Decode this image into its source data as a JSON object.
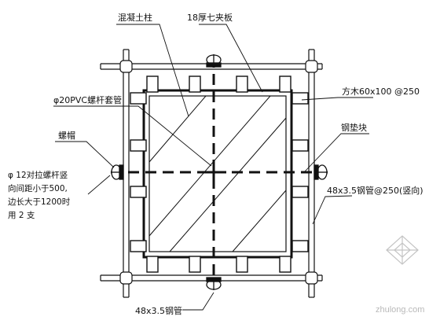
{
  "labels": {
    "concrete_column": "混凝土柱",
    "plywood": "18厚七夹板",
    "pvc_sleeve": "φ20PVC螺杆套管",
    "timber": "方木60x100 @250",
    "nut": "螺帽",
    "steel_block": "钢垫块",
    "tie_bolt": [
      "φ 12对拉螺杆竖",
      "向间距小于500,",
      "边长大于1200时",
      "用 2 支"
    ],
    "steel_pipe_vertical": "48x3.5钢管@250(竖向)",
    "steel_pipe": "48x3.5钢管"
  },
  "watermark": "zhulong.com",
  "colors": {
    "line": "#111111",
    "watermark": "#c4c4c4"
  }
}
